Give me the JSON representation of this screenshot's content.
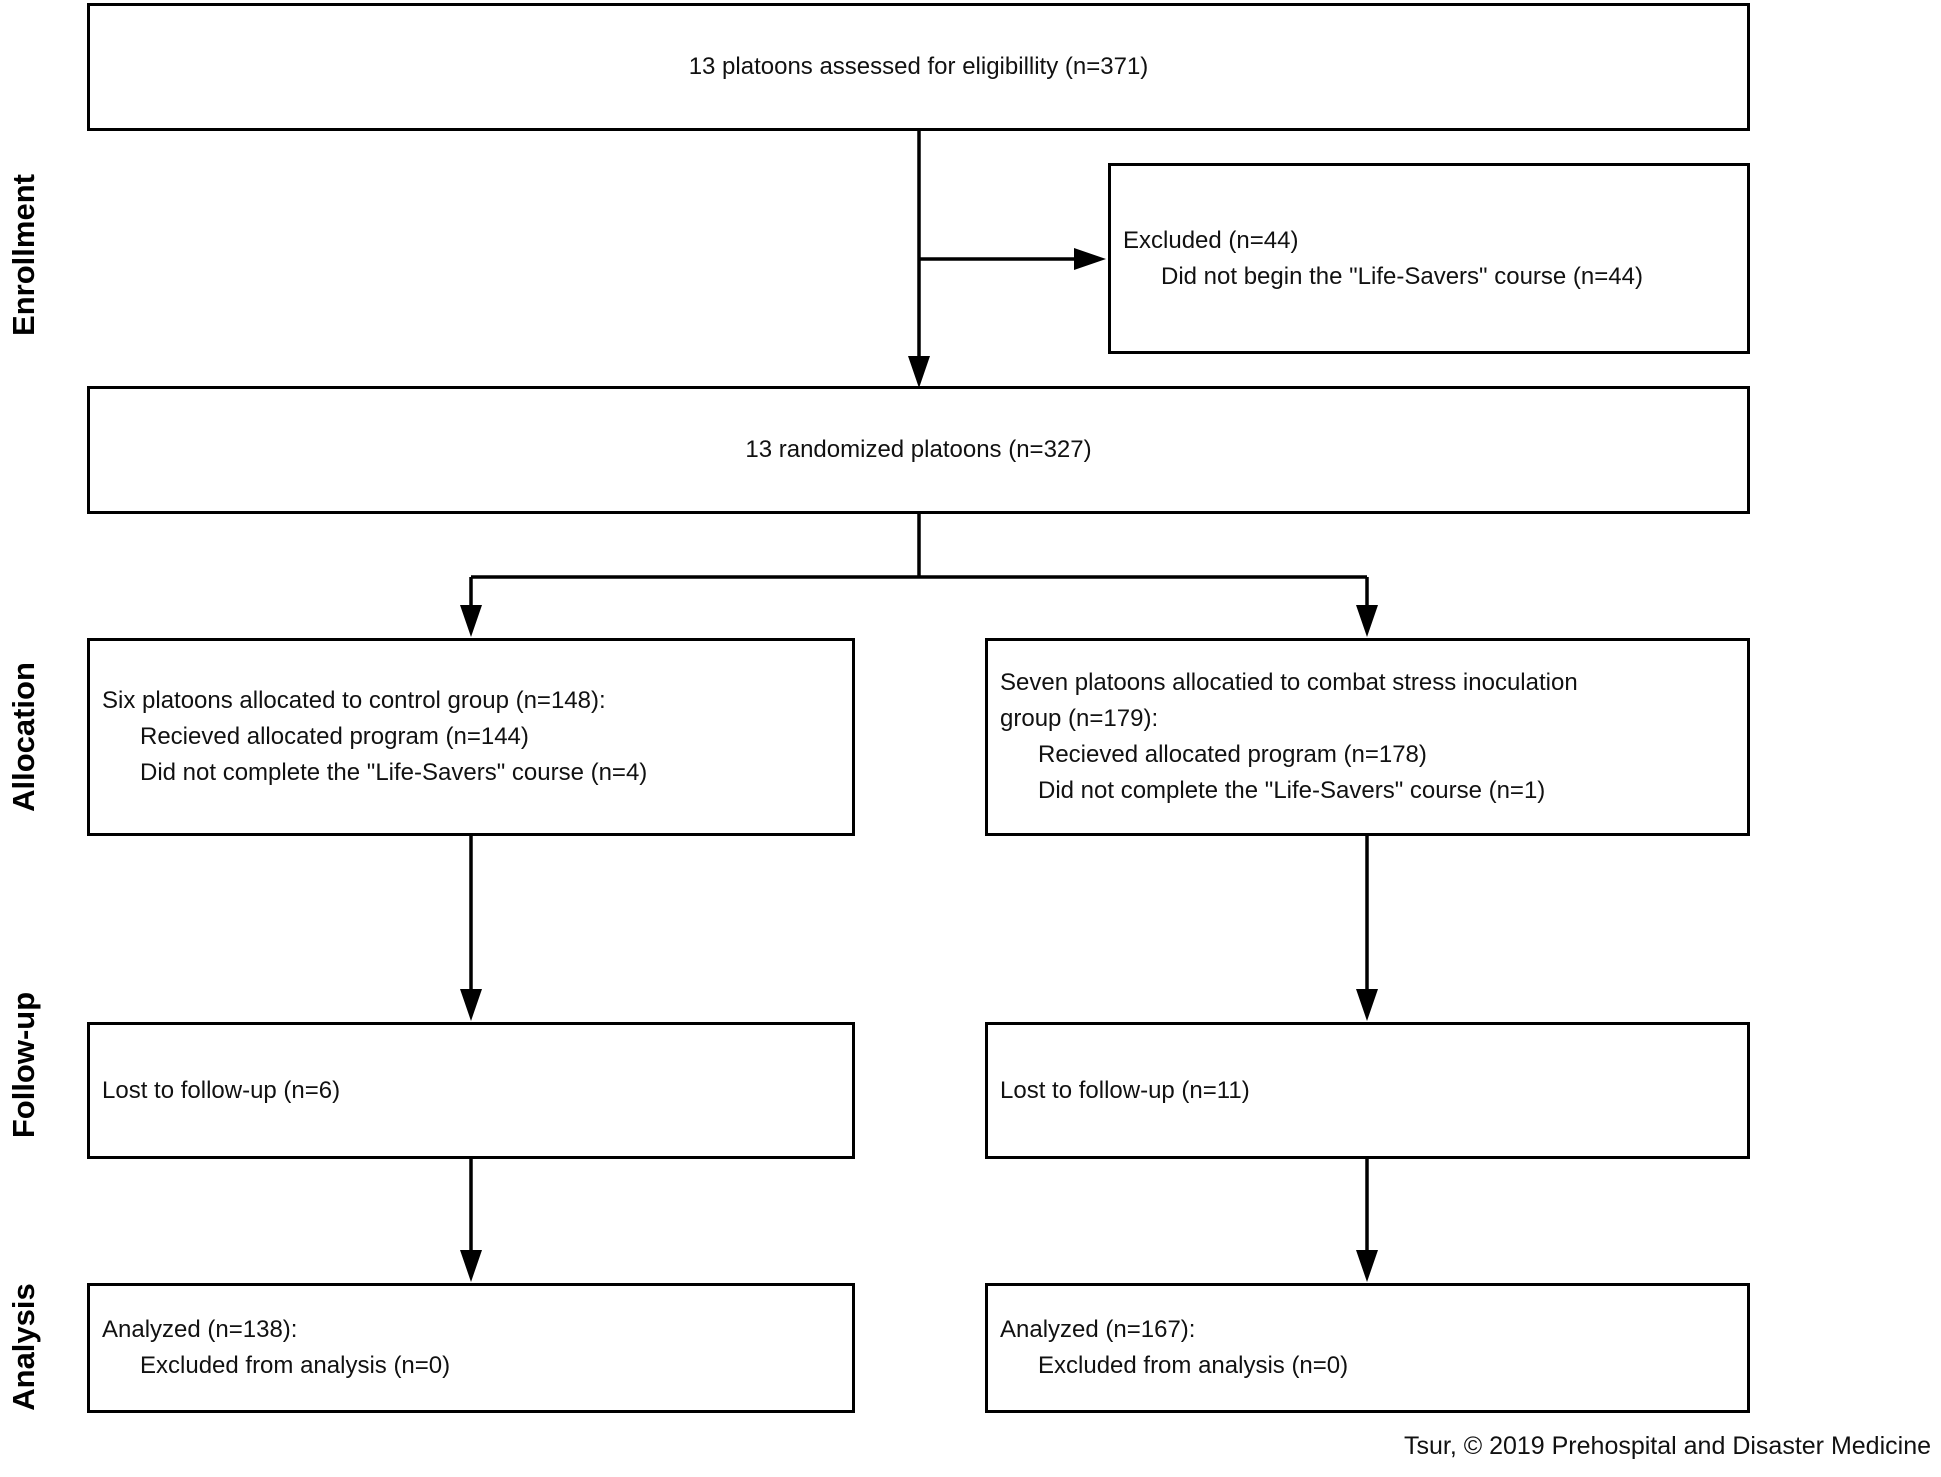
{
  "stage_labels": {
    "enrollment": "Enrollment",
    "allocation": "Allocation",
    "followup": "Follow-up",
    "analysis": "Analysis"
  },
  "boxes": {
    "eligibility": {
      "lines": [
        "13 platoons assessed for eligibillity (n=371)"
      ]
    },
    "excluded": {
      "lines": [
        "Excluded (n=44)",
        "Did not begin the \"Life-Savers\" course (n=44)"
      ]
    },
    "randomized": {
      "lines": [
        "13 randomized platoons (n=327)"
      ]
    },
    "control_allocation": {
      "lines": [
        "Six platoons allocated to control group (n=148):",
        "Recieved allocated program (n=144)",
        "Did not complete the \"Life-Savers\" course (n=4)"
      ]
    },
    "intervention_allocation": {
      "lines": [
        "Seven platoons allocatied to combat stress inoculation",
        "group (n=179):",
        "Recieved allocated program (n=178)",
        "Did not complete the \"Life-Savers\" course (n=1)"
      ]
    },
    "control_followup": {
      "lines": [
        "Lost to follow-up (n=6)"
      ]
    },
    "intervention_followup": {
      "lines": [
        "Lost to follow-up (n=11)"
      ]
    },
    "control_analysis": {
      "lines": [
        "Analyzed (n=138):",
        "Excluded from analysis (n=0)"
      ]
    },
    "intervention_analysis": {
      "lines": [
        "Analyzed (n=167):",
        "Excluded from analysis (n=0)"
      ]
    }
  },
  "credit": "Tsur, © 2019 Prehospital and Disaster Medicine",
  "colors": {
    "line": "#000000",
    "box_border": "#000000",
    "background": "#ffffff",
    "text": "#111111"
  }
}
